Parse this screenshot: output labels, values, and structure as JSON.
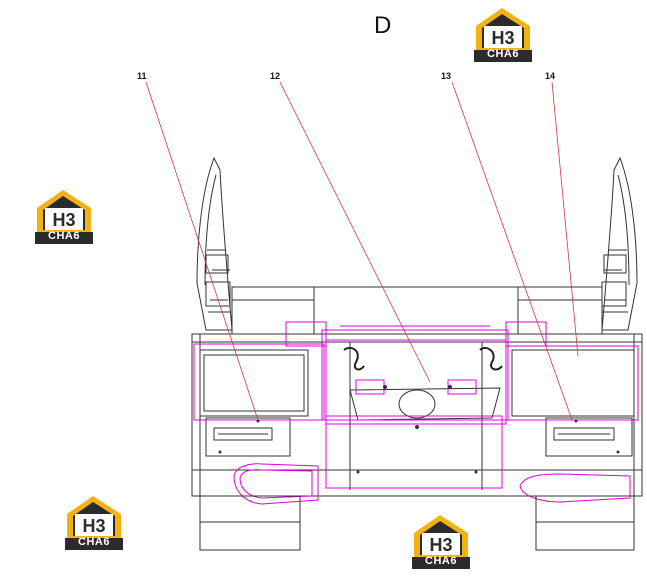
{
  "view_label": "D",
  "callouts": [
    {
      "id": "11",
      "label": "11"
    },
    {
      "id": "12",
      "label": "12"
    },
    {
      "id": "13",
      "label": "13"
    },
    {
      "id": "14",
      "label": "14"
    }
  ],
  "watermark": {
    "text": "CHA6",
    "mark": "H3",
    "colors": {
      "gold": "#f2b213",
      "dark": "#2b2b2b",
      "white": "#ffffff"
    }
  },
  "colors": {
    "outline": "#333333",
    "accent": "#e000e0",
    "leader": "#d23a3a"
  }
}
